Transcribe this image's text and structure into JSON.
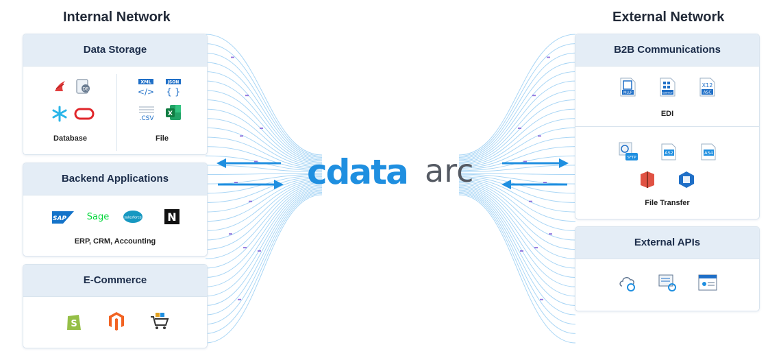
{
  "internal": {
    "title": "Internal Network",
    "data_storage": {
      "title": "Data Storage",
      "database_label": "Database",
      "file_label": "File"
    },
    "backend": {
      "title": "Backend Applications",
      "label": "ERP, CRM, Accounting"
    },
    "ecommerce": {
      "title": "E-Commerce"
    }
  },
  "external": {
    "title": "External Network",
    "b2b": {
      "title": "B2B Communications",
      "edi_label": "EDI",
      "transfer_label": "File Transfer"
    },
    "apis": {
      "title": "External APIs"
    }
  },
  "logo": {
    "brand": "cdata",
    "product": "arc"
  },
  "icon_text": {
    "xml": "XML",
    "json": "JSON",
    "csv": ".CSV",
    "excel": "X",
    "db": "DB",
    "sap": "SAP",
    "sage": "Sage",
    "salesforce": "salesforce",
    "netsuite": "N",
    "mllp": "MLLP",
    "edifact": "EDIFACT",
    "asc": "ASC",
    "sftp": "SFTP",
    "as2": "AS2",
    "as4": "AS4"
  },
  "colors": {
    "accent": "#1f8fe0",
    "header_bg": "#e4edf6",
    "title": "#1c2d4a",
    "stream": "#8ec9f2",
    "dash": "#7b57d6"
  }
}
